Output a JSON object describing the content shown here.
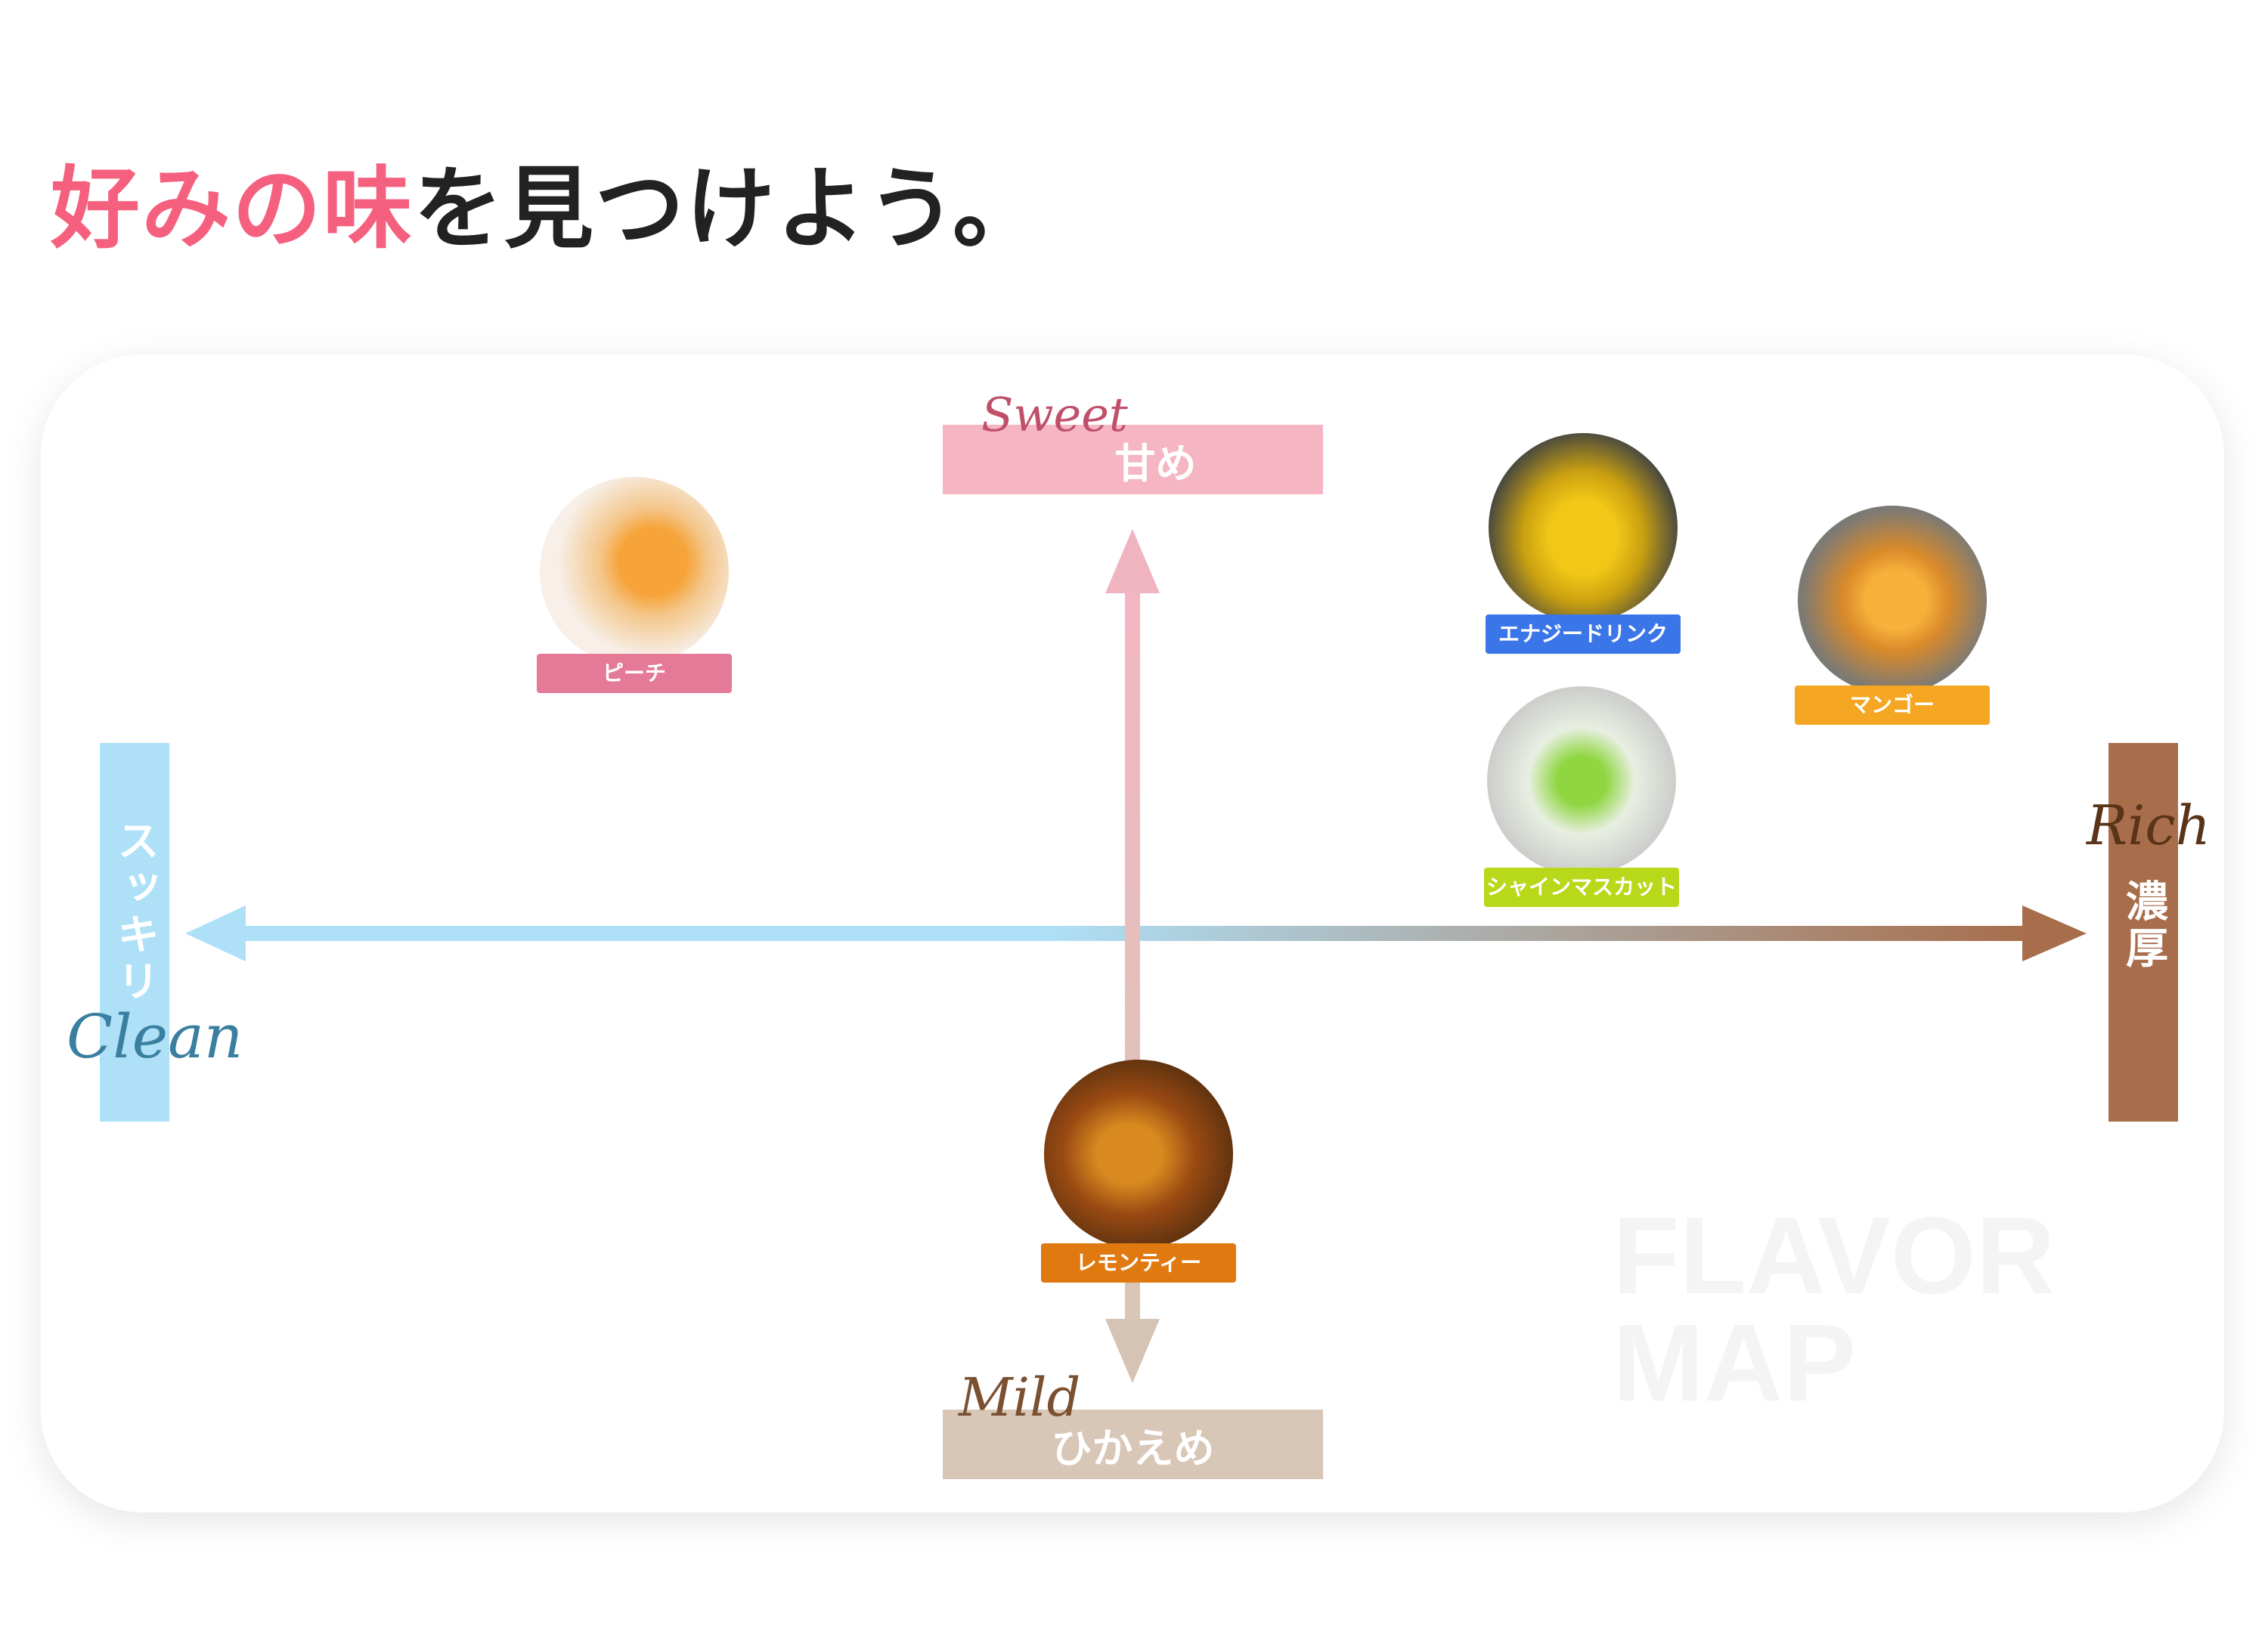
{
  "title": {
    "highlight": "好みの味",
    "rest": "を見つけよう。"
  },
  "axes": {
    "top": {
      "label": "甘め",
      "script": "Sweet",
      "color": "#f6b5c2"
    },
    "bottom": {
      "label": "ひかえめ",
      "script": "Mild",
      "color": "#d8c6b6"
    },
    "left": {
      "label": "スッキリ",
      "script": "Clean",
      "color": "#aee0f7"
    },
    "right": {
      "label": "濃厚",
      "script": "Rich",
      "color": "#a86e4c"
    }
  },
  "watermark": [
    "FLAVOR",
    "MAP"
  ],
  "items": [
    {
      "name": "ピーチ",
      "color": "#e57a98",
      "photo": "peach-iced-tea"
    },
    {
      "name": "エナジードリンク",
      "color": "#3b76e8",
      "photo": "energy-drink-glass"
    },
    {
      "name": "マンゴー",
      "color": "#f5a623",
      "photo": "mango-smoothie"
    },
    {
      "name": "シャインマスカット",
      "color": "#b8d81a",
      "photo": "shine-muscat-dessert"
    },
    {
      "name": "レモンティー",
      "color": "#e07a10",
      "photo": "lemon-tea-jars"
    }
  ]
}
